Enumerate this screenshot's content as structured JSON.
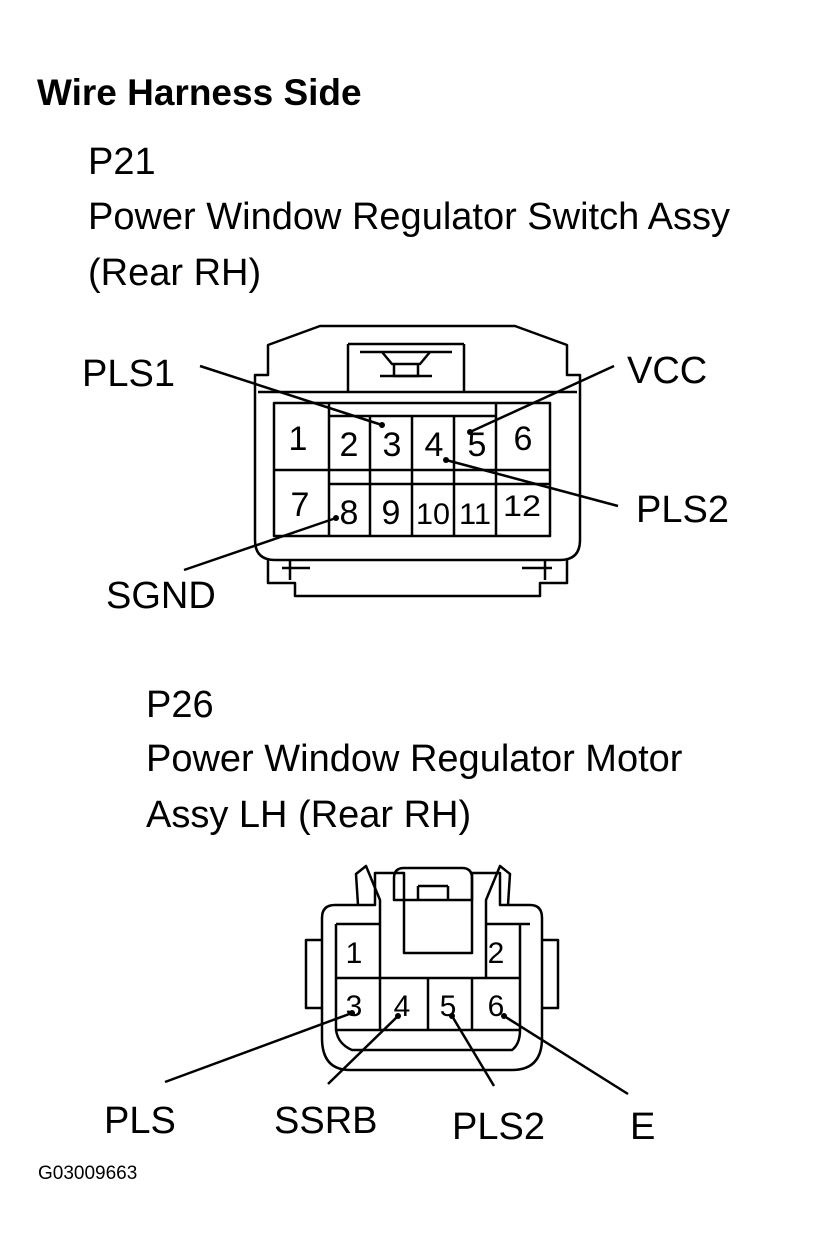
{
  "heading": "Wire Harness Side",
  "connector_p21": {
    "code": "P21",
    "name_line1": "Power Window Regulator Switch Assy",
    "name_line2": "(Rear RH)",
    "pins_top": [
      "1",
      "2",
      "3",
      "4",
      "5",
      "6"
    ],
    "pins_bottom": [
      "7",
      "8",
      "9",
      "10",
      "11",
      "12"
    ],
    "labels": {
      "pls1": "PLS1",
      "vcc": "VCC",
      "pls2": "PLS2",
      "sgnd": "SGND"
    }
  },
  "connector_p26": {
    "code": "P26",
    "name_line1": "Power Window Regulator Motor",
    "name_line2": "Assy LH (Rear RH)",
    "pins_top": [
      "1",
      "2"
    ],
    "pins_bottom": [
      "3",
      "4",
      "5",
      "6"
    ],
    "labels": {
      "pls": "PLS",
      "ssrb": "SSRB",
      "pls2": "PLS2",
      "e": "E"
    }
  },
  "figure_code": "G03009663"
}
